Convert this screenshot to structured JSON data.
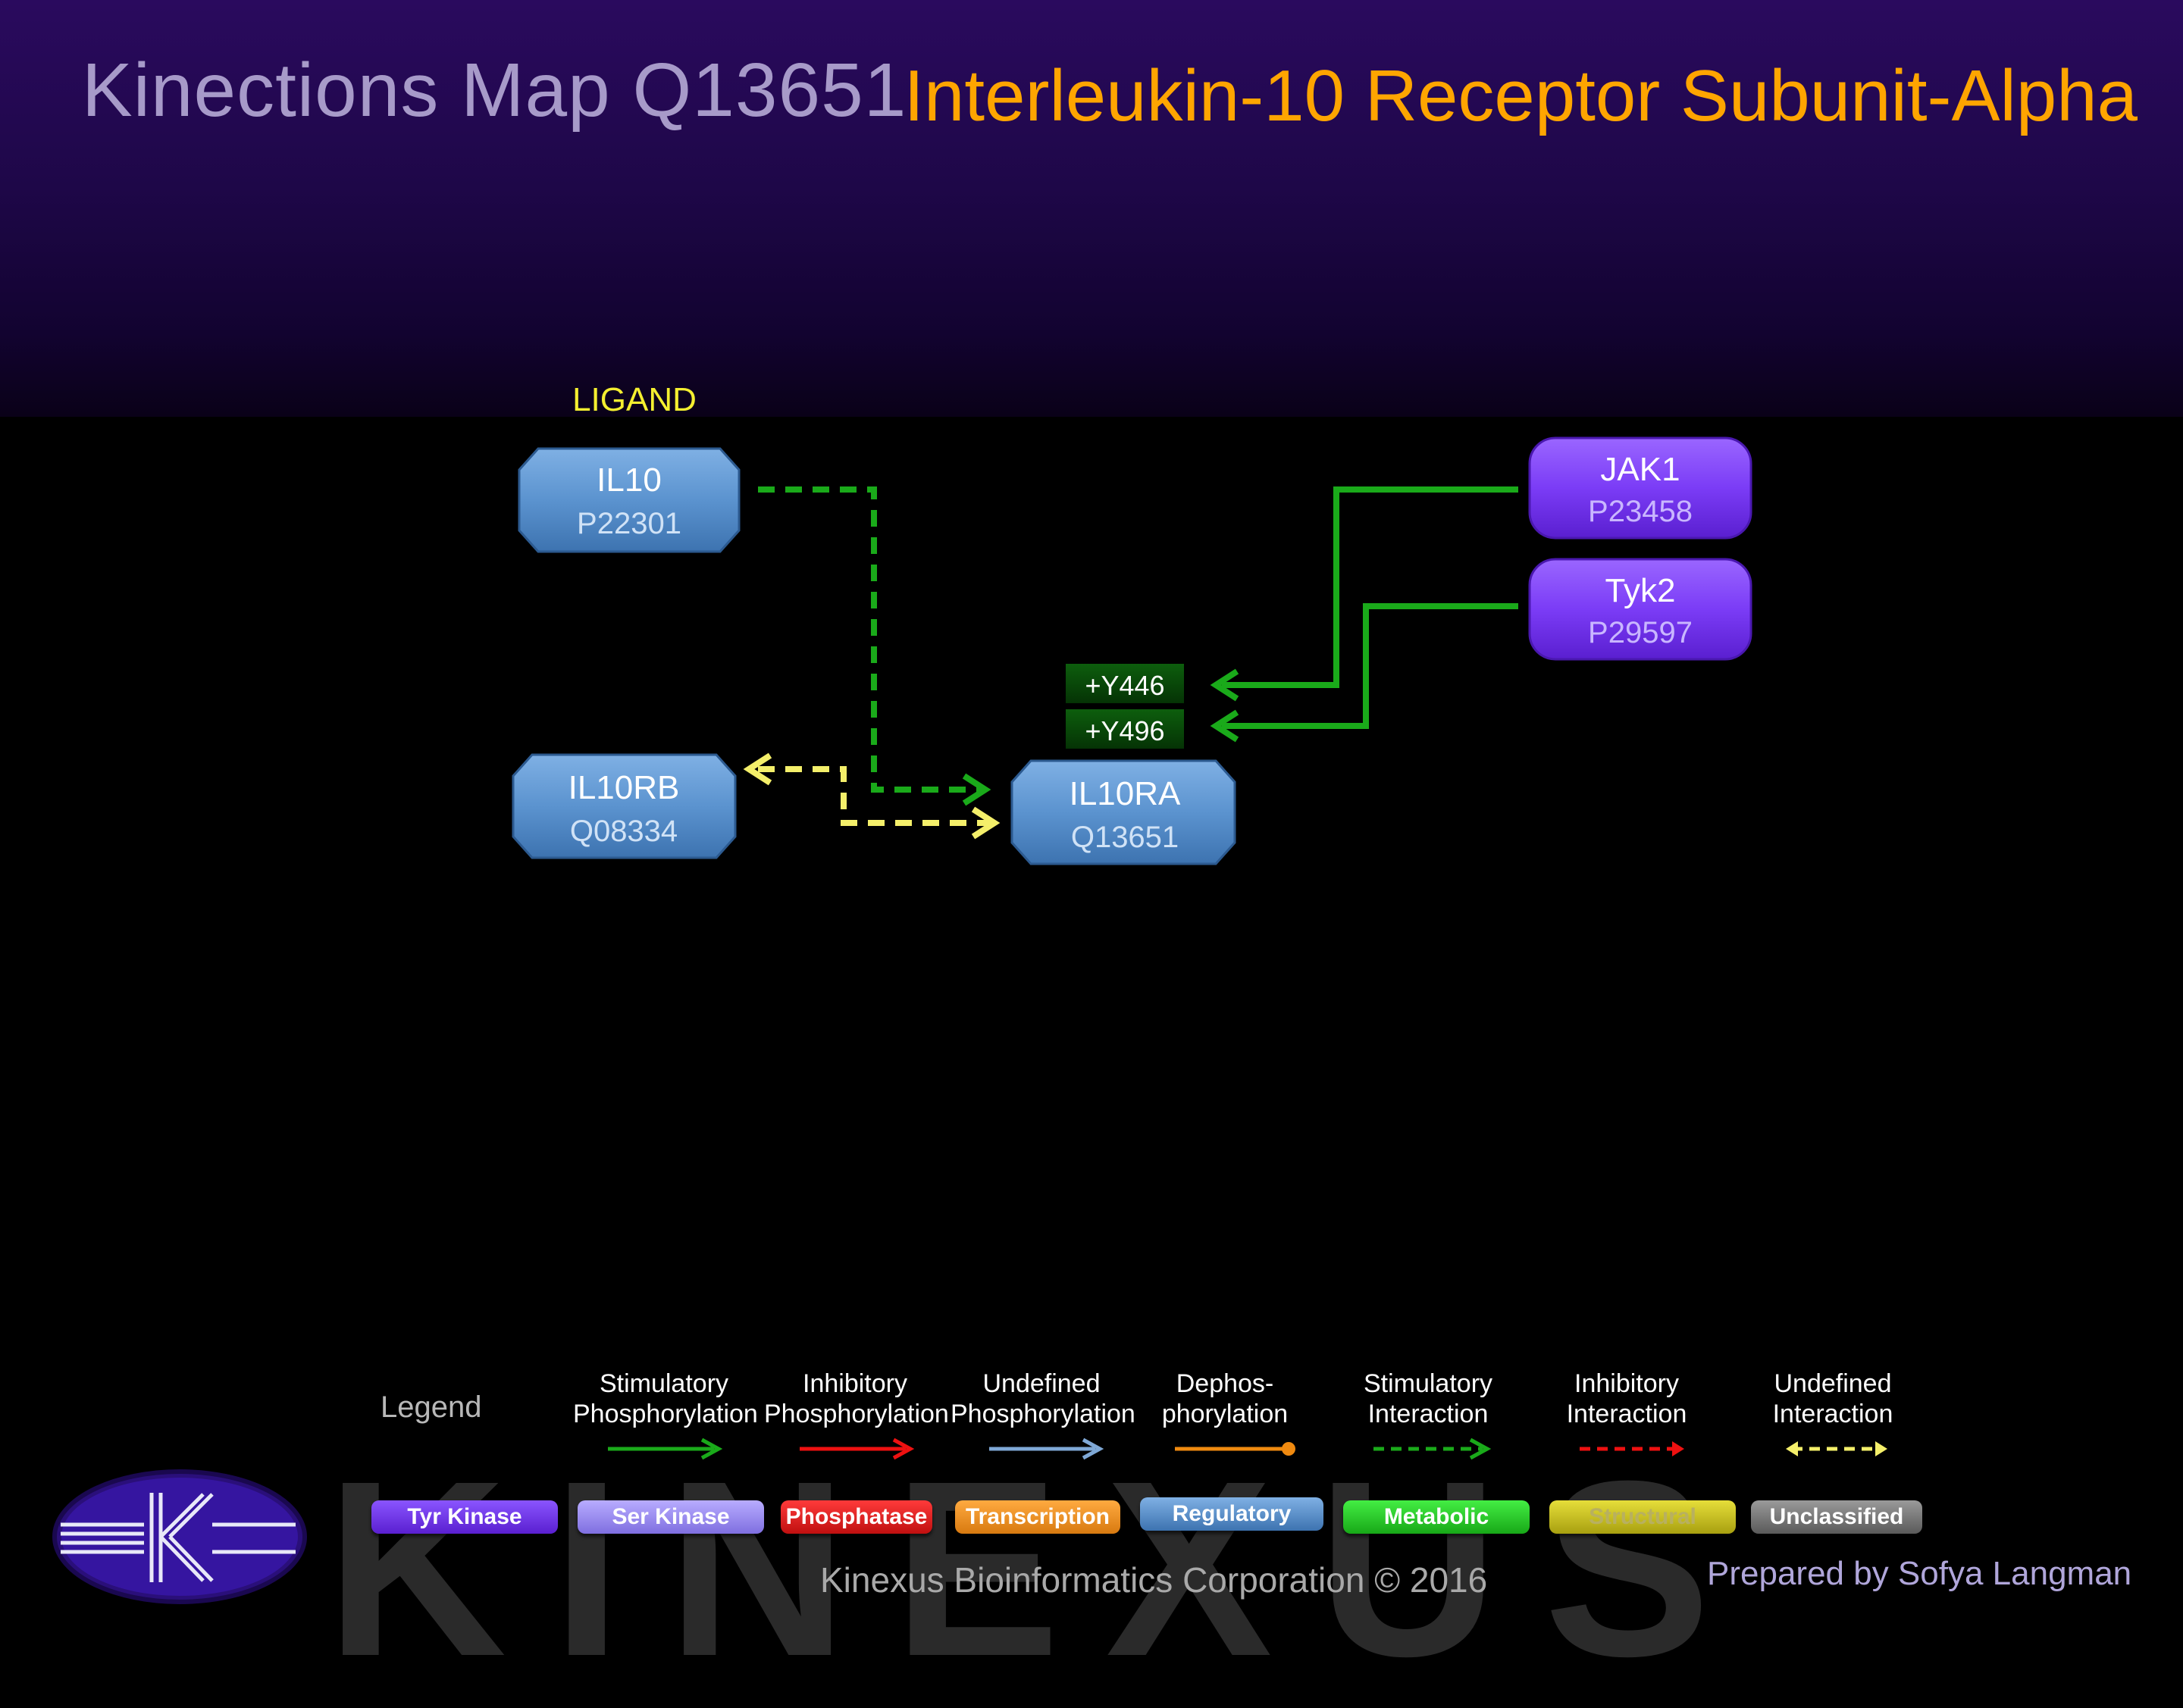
{
  "header": {
    "map_title": "Kinections Map Q13651",
    "protein_name": "Interleukin-10 Receptor Subunit-Alpha"
  },
  "diagram": {
    "ligand_label": "LIGAND",
    "nodes": {
      "il10": {
        "name": "IL10",
        "accession": "P22301",
        "category": "Regulatory"
      },
      "il10rb": {
        "name": "IL10RB",
        "accession": "Q08334",
        "category": "Regulatory"
      },
      "il10ra": {
        "name": "IL10RA",
        "accession": "Q13651",
        "category": "Regulatory"
      },
      "jak1": {
        "name": "JAK1",
        "accession": "P23458",
        "category": "Tyr Kinase"
      },
      "tyk2": {
        "name": "Tyk2",
        "accession": "P29597",
        "category": "Tyr Kinase"
      }
    },
    "sites": [
      "+Y446",
      "+Y496"
    ],
    "edges": [
      {
        "from": "IL10",
        "to": "IL10RA",
        "type": "Stimulatory Interaction"
      },
      {
        "from": "IL10RB",
        "to": "IL10RA",
        "type": "Undefined Interaction"
      },
      {
        "from": "JAK1",
        "to": "+Y446",
        "type": "Stimulatory Phosphorylation"
      },
      {
        "from": "Tyk2",
        "to": "+Y496",
        "type": "Stimulatory Phosphorylation"
      }
    ]
  },
  "legend": {
    "title": "Legend",
    "edge_types": [
      {
        "line1": "Stimulatory",
        "line2": "Phosphorylation",
        "color": "#1aaa1a",
        "style": "solid-arrow"
      },
      {
        "line1": "Inhibitory",
        "line2": "Phosphorylation",
        "color": "#ee1111",
        "style": "solid-arrow"
      },
      {
        "line1": "Undefined",
        "line2": "Phosphorylation",
        "color": "#7fa8d6",
        "style": "solid-arrow"
      },
      {
        "line1": "Dephos-",
        "line2": "phorylation",
        "color": "#f08a10",
        "style": "solid-dot"
      },
      {
        "line1": "Stimulatory",
        "line2": "Interaction",
        "color": "#1aaa1a",
        "style": "dashed-arrow"
      },
      {
        "line1": "Inhibitory",
        "line2": "Interaction",
        "color": "#ee1111",
        "style": "dashed-arrow"
      },
      {
        "line1": "Undefined",
        "line2": "Interaction",
        "color": "#f4ef6a",
        "style": "dashed-double-arrow"
      }
    ],
    "node_types": [
      {
        "label": "Tyr Kinase",
        "color": "#6b2cf0"
      },
      {
        "label": "Ser Kinase",
        "color": "#9a8af0"
      },
      {
        "label": "Phosphatase",
        "color": "#e0181a"
      },
      {
        "label": "Transcription",
        "color": "#f0901a"
      },
      {
        "label": "Regulatory",
        "color": "#4f8fd0"
      },
      {
        "label": "Metabolic",
        "color": "#22cc22"
      },
      {
        "label": "Structural",
        "color": "#c8c020"
      },
      {
        "label": "Unclassified",
        "color": "#7a7a7a"
      }
    ]
  },
  "footer": {
    "corporation": "Kinexus Bioinformatics Corporation © 2016",
    "prepared_by": "Prepared by  Sofya Langman",
    "watermark": "KINEXUS"
  },
  "colors": {
    "tyr_kinase": "#7b3cf6",
    "regulatory": "#5b93cf",
    "stimulatory": "#1aaa1a",
    "undefined_interaction": "#f4ef6a",
    "site_box": "#0a4a0a",
    "title_orange": "#ffa500"
  }
}
